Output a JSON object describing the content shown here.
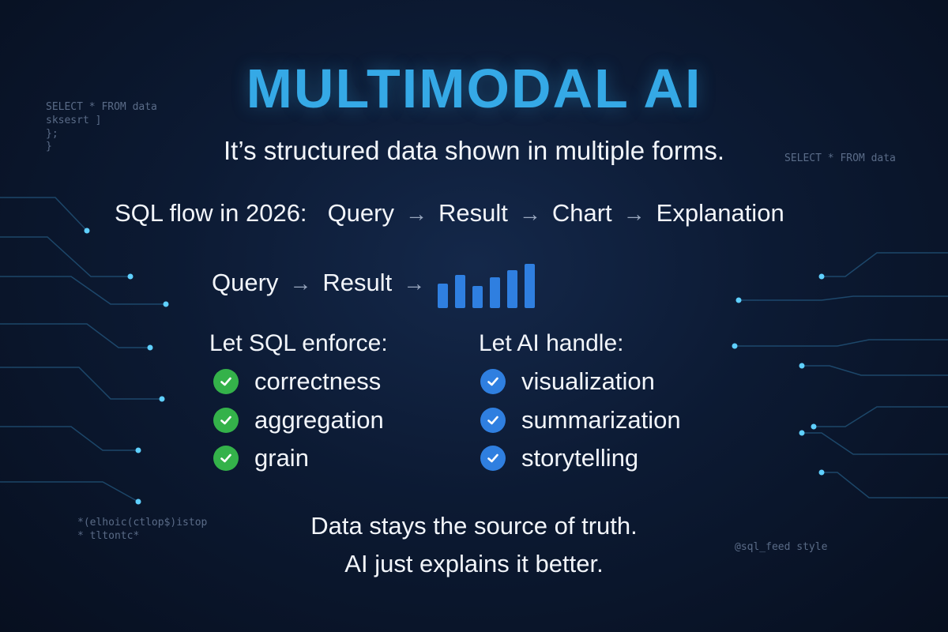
{
  "title": "MULTIMODAL AI",
  "subtitle": "It’s structured data shown in multiple forms.",
  "flow_line": {
    "lead": "SQL flow in 2026:",
    "steps": [
      "Query",
      "Result",
      "Chart",
      "Explanation"
    ]
  },
  "mini_flow": {
    "steps": [
      "Query",
      "Result"
    ],
    "bars": [
      0.55,
      0.75,
      0.5,
      0.7,
      0.85,
      1.0
    ],
    "bar_color": "#2f7fe0"
  },
  "sql_column": {
    "heading": "Let SQL enforce:",
    "items": [
      "correctness",
      "aggregation",
      "grain"
    ],
    "check_color": "#34b24a"
  },
  "ai_column": {
    "heading": "Let AI handle:",
    "items": [
      "visualization",
      "summarization",
      "storytelling"
    ],
    "check_color": "#2f7fe0"
  },
  "footer": {
    "line1": "Data stays the source of truth.",
    "line2": "AI just explains it better."
  },
  "background_code": {
    "top_left_1": "SELECT * FROM data",
    "top_left_2": "sksesrt ]",
    "top_left_3": "};",
    "top_left_4": "}",
    "top_right": "SELECT * FROM data",
    "bottom_left_1": "*(elhoic(ctlop$)istop",
    "bottom_left_2": "* tltontc*",
    "watermark": "@sql_feed style"
  },
  "accent_color": "#35a9e6"
}
